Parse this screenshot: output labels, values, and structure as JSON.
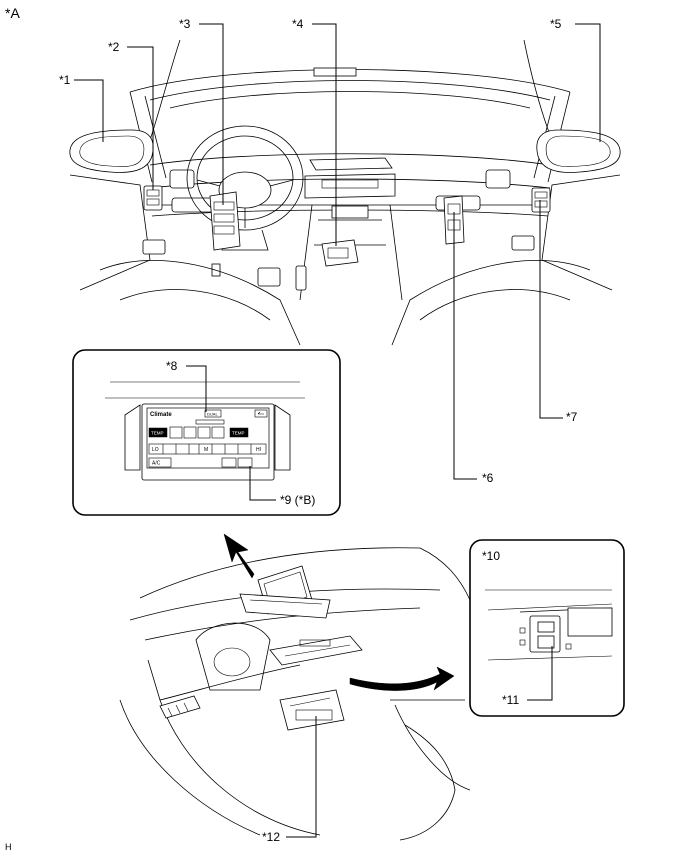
{
  "labels": {
    "view_a": "*A",
    "c1": "*1",
    "c2": "*2",
    "c3": "*3",
    "c4": "*4",
    "c5": "*5",
    "c6": "*6",
    "c7": "*7",
    "c8": "*8",
    "c9": "*9 (*B)",
    "c10": "*10",
    "c11": "*11",
    "c12": "*12",
    "corner": "H"
  },
  "screen": {
    "title": "Climate",
    "dual": "DUAL",
    "temp_left": "TEMP",
    "temp_right": "TEMP",
    "fan_lo": "LO",
    "fan_m": "M",
    "fan_hi": "HI",
    "ac": "A/C"
  }
}
